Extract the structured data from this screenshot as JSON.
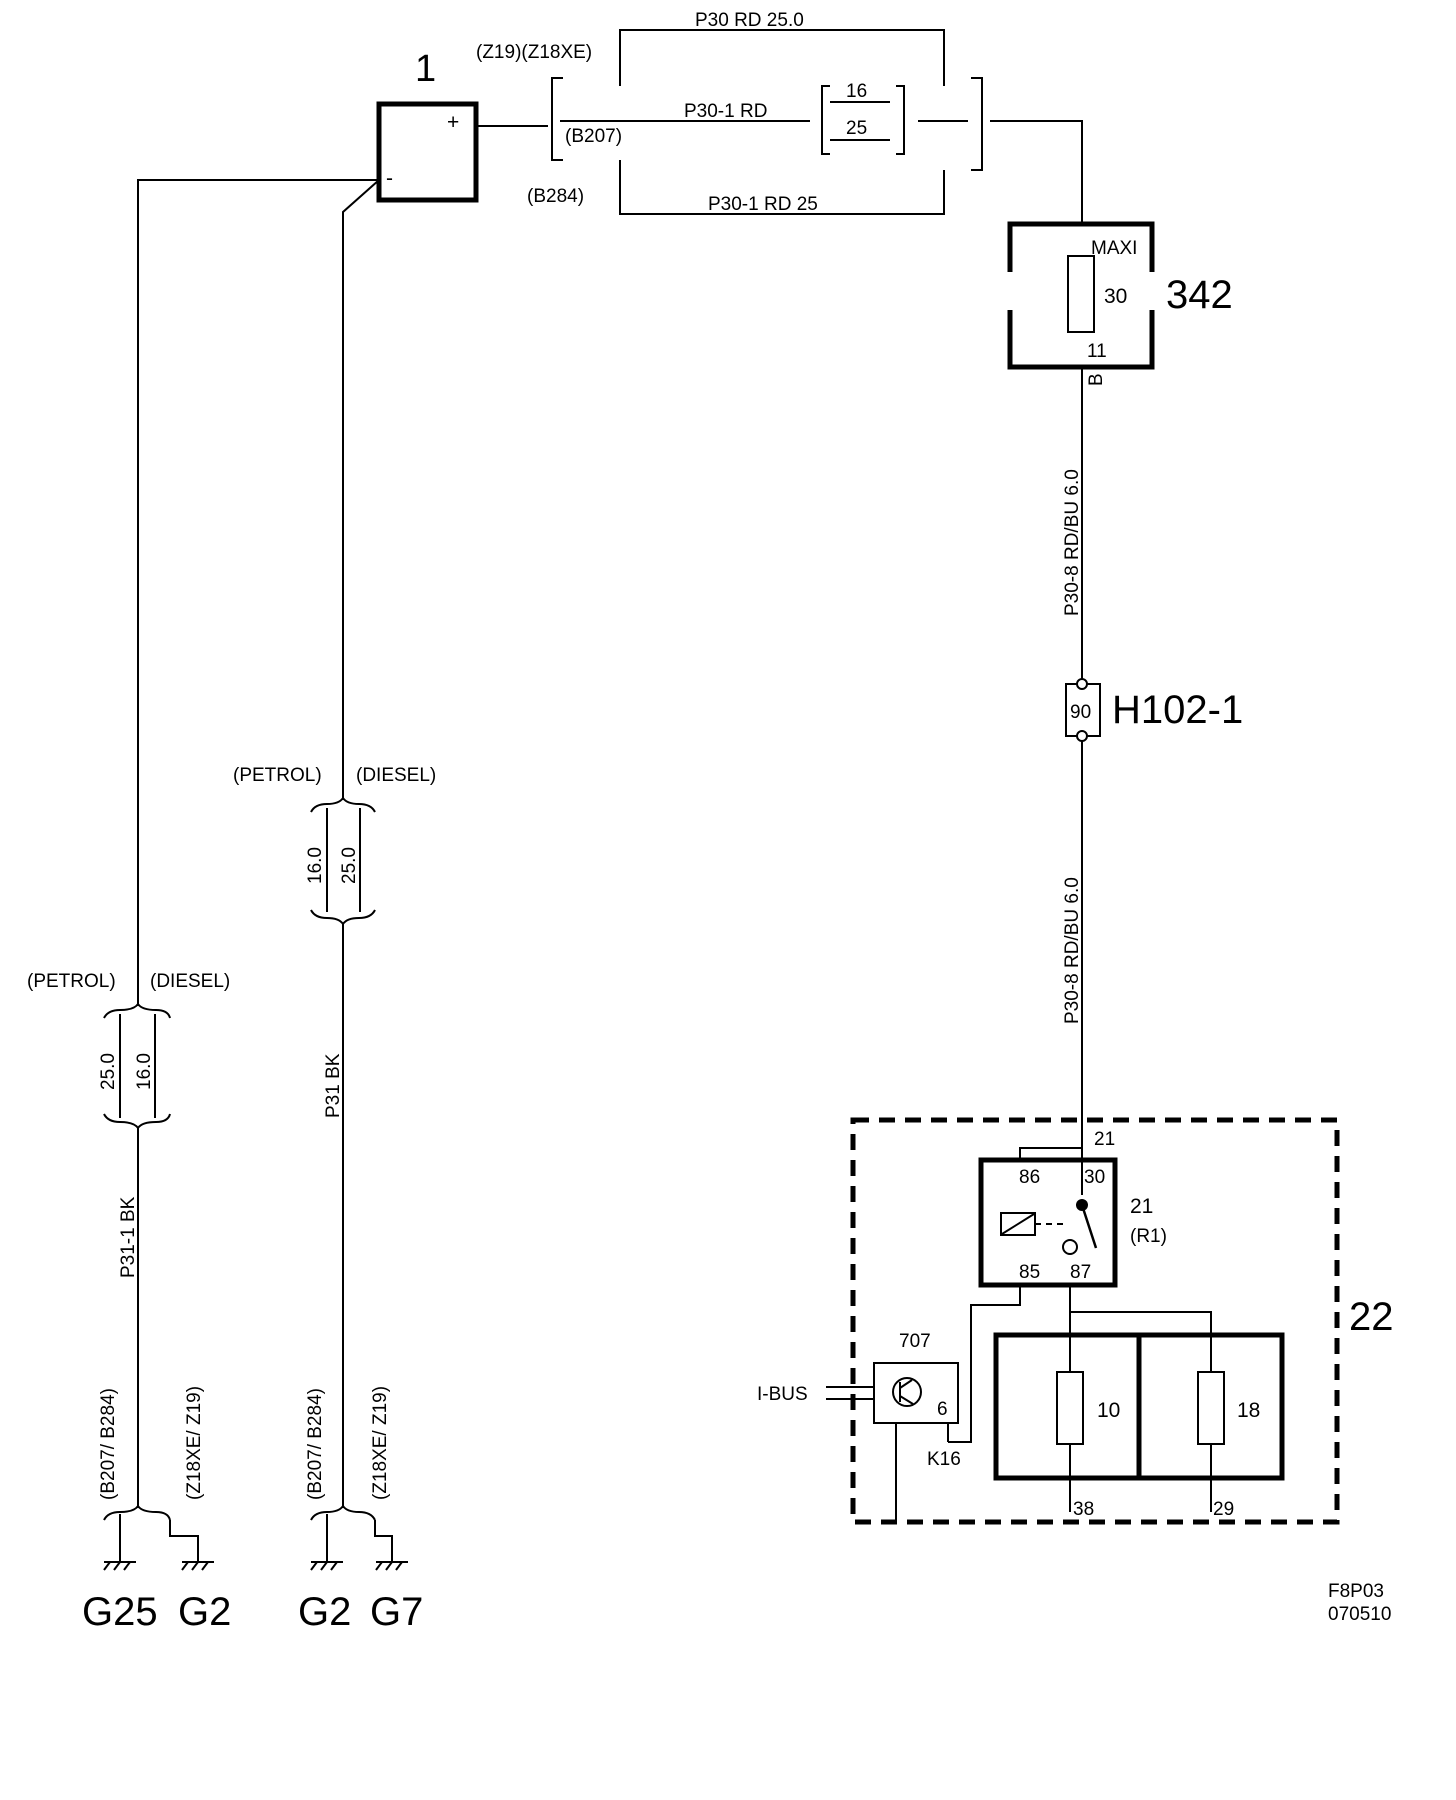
{
  "components": {
    "battery": {
      "ref": "1",
      "plus": "+",
      "minus": "-"
    },
    "maxi_fuse": {
      "ref": "342",
      "type": "MAXI",
      "rating": "30",
      "pin_out": "11",
      "pin_label": "B"
    },
    "connector": {
      "ref": "H102-1",
      "pin": "90"
    },
    "fusebox": {
      "ref": "22",
      "pin_in": "21",
      "fuse_a": "10",
      "fuse_b": "18",
      "out_a": "38",
      "out_b": "29"
    },
    "relay": {
      "ref": "21",
      "sub": "(R1)",
      "pins": {
        "p86": "86",
        "p30": "30",
        "p85": "85",
        "p87": "87"
      }
    },
    "driver": {
      "ref": "707",
      "pin": "6",
      "net": "K16",
      "bus": "I-BUS"
    }
  },
  "wires": {
    "top": {
      "label": "P30 RD   25.0",
      "variant": "(Z19)(Z18XE)"
    },
    "mid": {
      "label": "P30-1  RD",
      "variant": "(B207)",
      "size_a": "16",
      "size_b": "25"
    },
    "bottom": {
      "label": "P30-1  RD  25",
      "variant": "(B284)"
    },
    "feed_upper": "P30-8   RD/BU 6.0",
    "feed_lower": "P30-8   RD/BU 6.0",
    "gnd_left": "P31-1  BK",
    "gnd_right": "P31  BK"
  },
  "variants": {
    "left": {
      "petrol": "(PETROL)",
      "diesel": "(DIESEL)",
      "size_petrol": "25.0",
      "size_diesel": "16.0",
      "opt_a": "(B207/ B284)",
      "opt_b": "(Z18XE/ Z19)"
    },
    "right": {
      "petrol": "(PETROL)",
      "diesel": "(DIESEL)",
      "size_petrol": "16.0",
      "size_diesel": "25.0",
      "opt_a": "(B207/ B284)",
      "opt_b": "(Z18XE/ Z19)"
    }
  },
  "grounds": [
    "G25",
    "G2",
    "G2",
    "G7"
  ],
  "footer": {
    "code": "F8P03",
    "date": "070510"
  }
}
